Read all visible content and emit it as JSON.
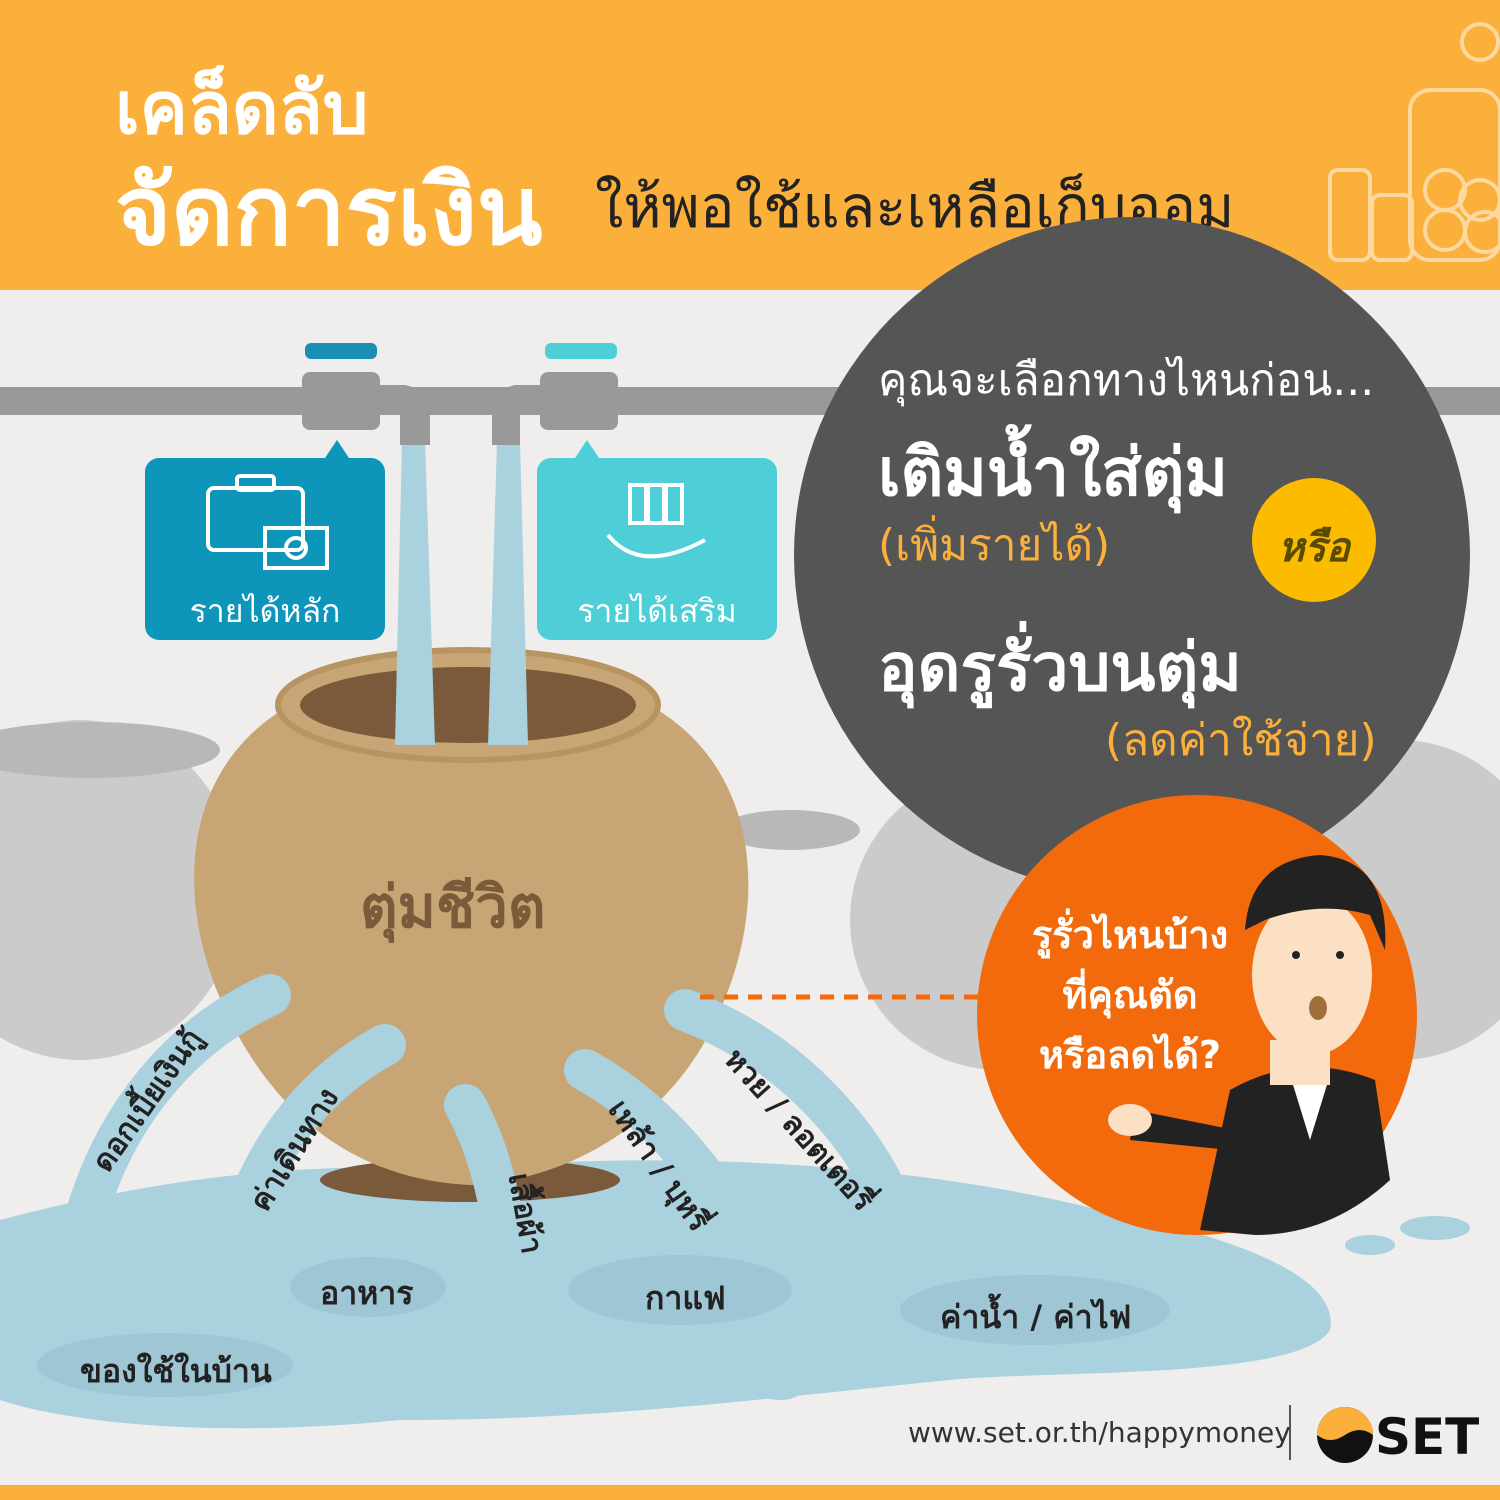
{
  "header": {
    "line1": "เคล็ดลับ",
    "line2": "จัดการเงิน",
    "line3": "ให้พอใช้และเหลือเก็บออม",
    "decoration_icon": "coin-jar-plant-icon"
  },
  "income": {
    "main_label": "รายได้หลัก",
    "extra_label": "รายได้เสริม",
    "main_icon": "briefcase-money-icon",
    "extra_icon": "coins-hand-icon"
  },
  "question": {
    "line1": "คุณจะเลือกทางไหนก่อน...",
    "option1": "เติมน้ำใส่ตุ่ม",
    "option1_note": "(เพิ่มรายได้)",
    "or": "หรือ",
    "option2": "อุดรูรั่วบนตุ่ม",
    "option2_note": "(ลดค่าใช้จ่าย)"
  },
  "jar_label": "ตุ่มชีวิต",
  "leaks": [
    "ดอกเบี้ยเงินกู้",
    "ค่าเดินทาง",
    "เสื้อผ้า",
    "เหล้า / บุหรี่",
    "หวย / ลอตเตอรี่"
  ],
  "puddles": [
    "อาหาร",
    "กาแฟ",
    "ค่าน้ำ / ค่าไฟ",
    "ของใช้ในบ้าน"
  ],
  "callout": {
    "line1": "รูรั่วไหนบ้าง",
    "line2": "ที่คุณตัด",
    "line3": "หรือลดได้?"
  },
  "footer": {
    "url": "www.set.or.th/happymoney",
    "logo": "SET"
  },
  "colors": {
    "orange_header": "#fbb03b",
    "dark_circle": "#555555",
    "callout": "#f26a0b",
    "water": "#aad1de",
    "jar": "#c7a574",
    "main_income": "#0e95ba",
    "extra_income": "#4ecfd8"
  }
}
